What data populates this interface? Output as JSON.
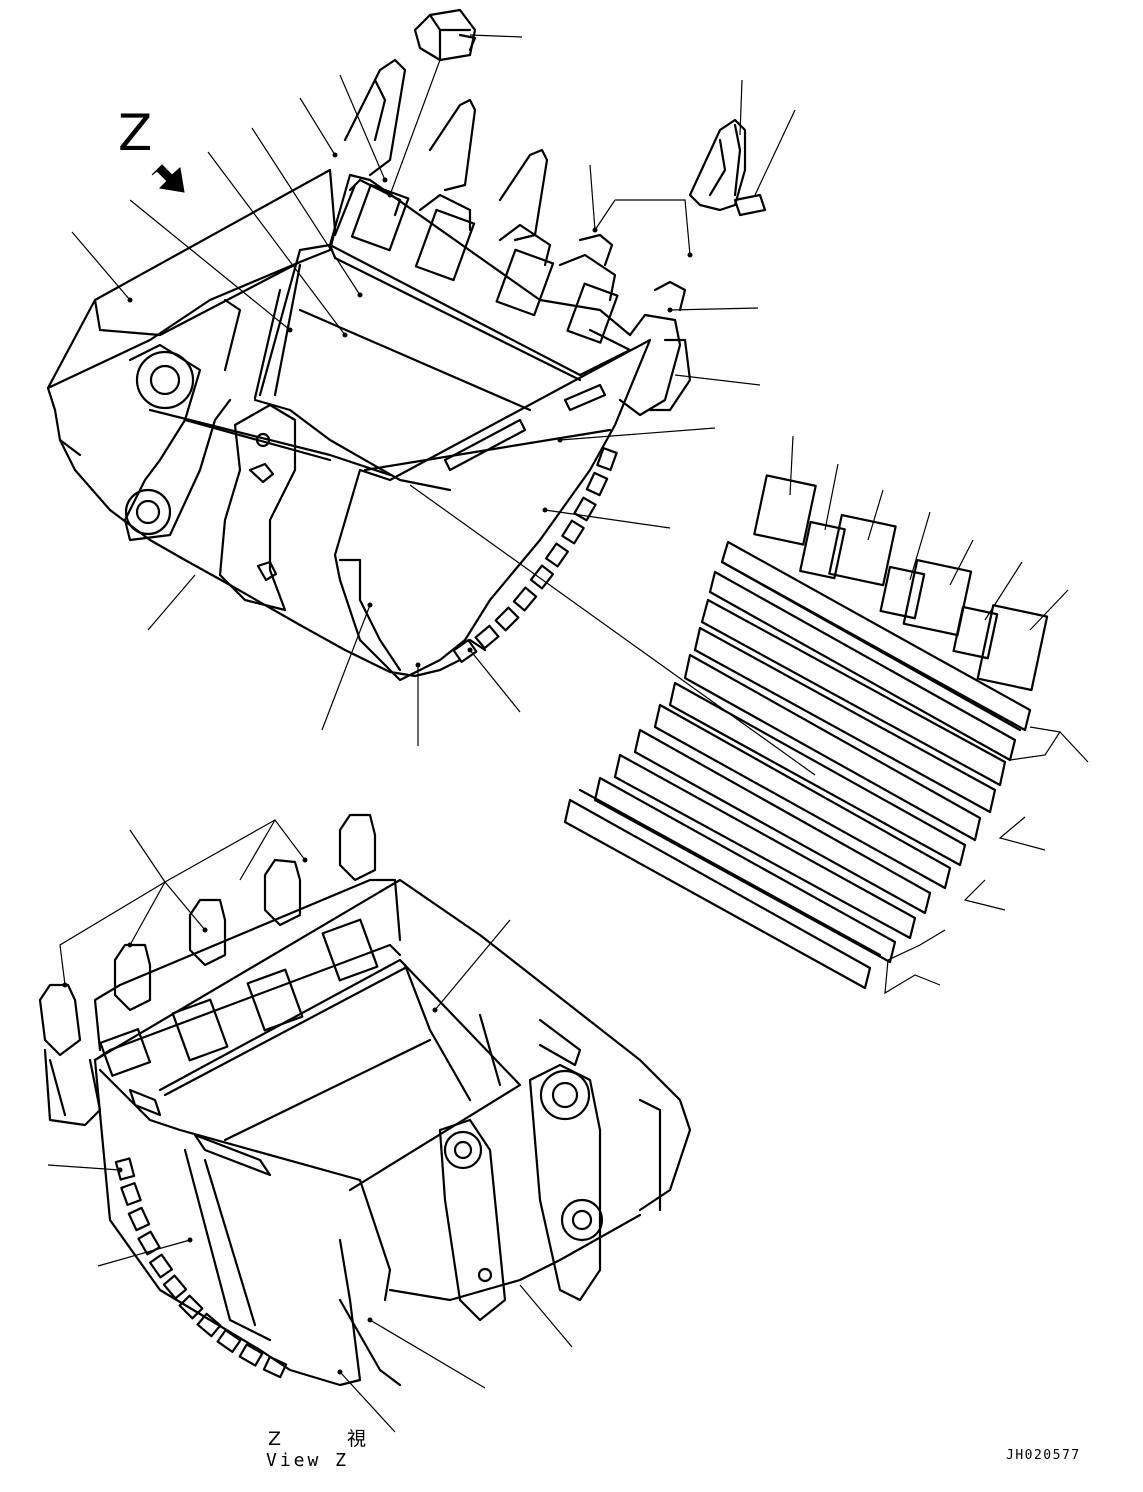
{
  "labels": {
    "z_marker": "Z",
    "view_title_jp": "Z 視",
    "view_title_en": "View Z",
    "drawing_id": "JH020577"
  },
  "colors": {
    "line": "#000000",
    "background": "#ffffff"
  }
}
